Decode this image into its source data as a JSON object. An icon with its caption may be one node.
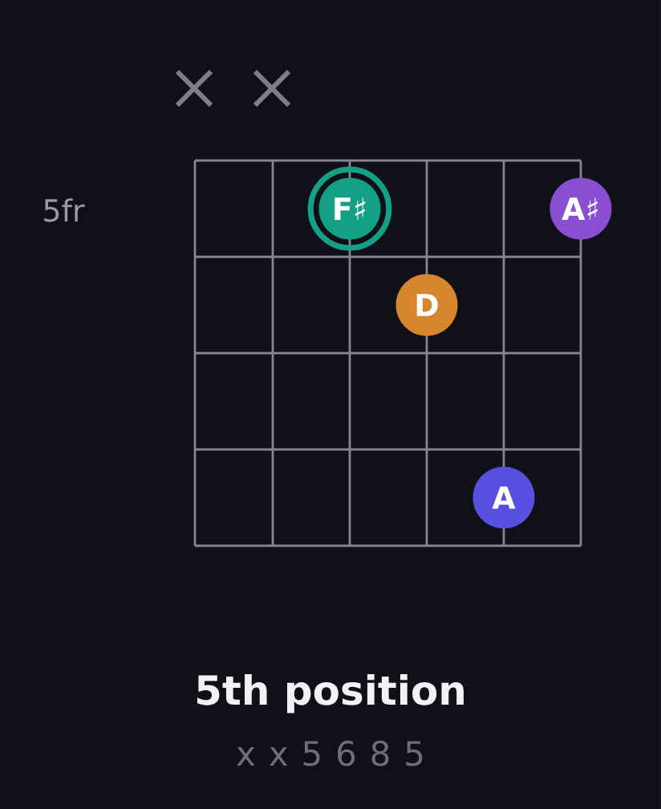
{
  "diagram": {
    "title": "5th position",
    "nodes": [
      {
        "text": [
          "F♯"
        ]
      },
      {
        "text": [
          "A♯"
        ]
      },
      {
        "text": [
          "D"
        ]
      },
      {
        "text": [
          "A"
        ]
      }
    ],
    "labels": [
      "5fr",
      "x x 5 6 8 5"
    ]
  }
}
